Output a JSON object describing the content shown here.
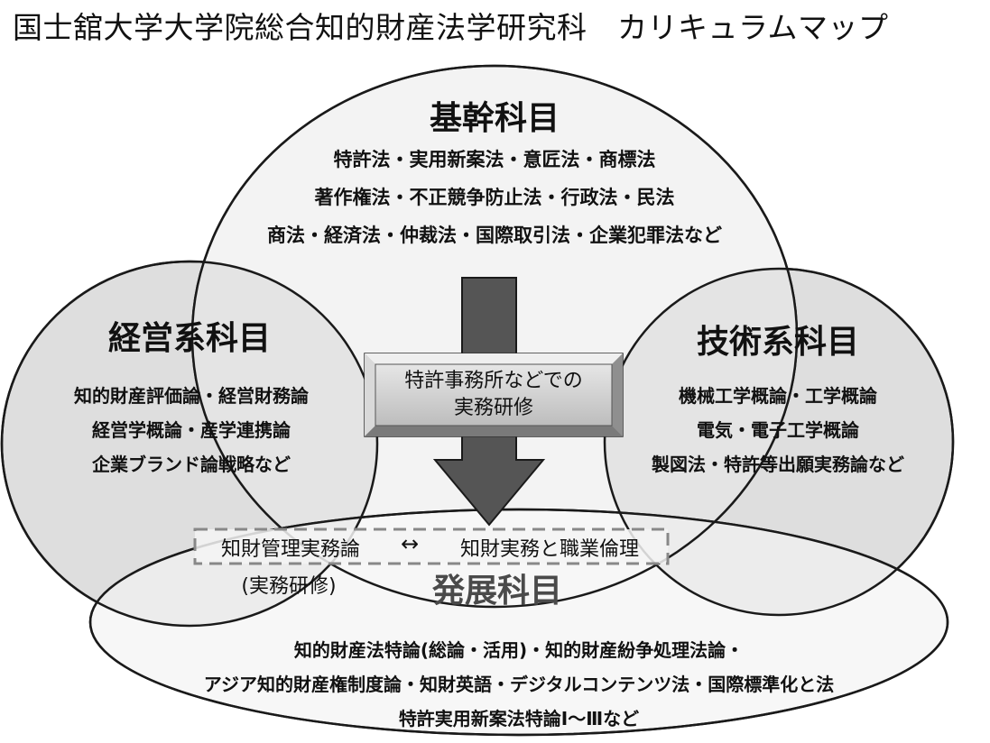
{
  "title": "国士舘大学大学院総合知的財産法学研究科　カリキュラムマップ",
  "core": {
    "heading": "基幹科目",
    "lines": [
      "特許法・実用新案法・意匠法・商標法",
      "著作権法・不正競争防止法・行政法・民法",
      "商法・経済法・仲裁法・国際取引法・企業犯罪法など"
    ]
  },
  "management": {
    "heading": "経営系科目",
    "lines": [
      "知的財産評価論・経営財務論",
      "経営学概論・産学連携論",
      "企業ブランド論戦略など"
    ]
  },
  "technology": {
    "heading": "技術系科目",
    "lines": [
      "機械工学概論・工学概論",
      "電気・電子工学概論",
      "製図法・特許等出願実務論など"
    ]
  },
  "practice_box": {
    "lines": [
      "特許事務所などでの",
      "実務研修"
    ]
  },
  "bridge": {
    "left": "知財管理実務論",
    "arrow": "↔",
    "right": "知財実務と職業倫理",
    "note": "(実務研修)"
  },
  "development": {
    "heading": "発展科目",
    "lines": [
      "知的財産法特論(総論・活用)・知的財産紛争処理法論・",
      "アジア知的財産権制度論・知財英語・デジタルコンテンツ法・国際標準化と法",
      "特許実用新案法特論Ⅰ～Ⅲなど"
    ]
  },
  "colors": {
    "ellipse_stroke": "#1a1a1a",
    "side_fill": "#dedede",
    "core_fill": "#f3f3f3",
    "dev_fill": "#f7f7f7",
    "arrow_fill": "#555555",
    "dash_stroke": "#888888"
  }
}
